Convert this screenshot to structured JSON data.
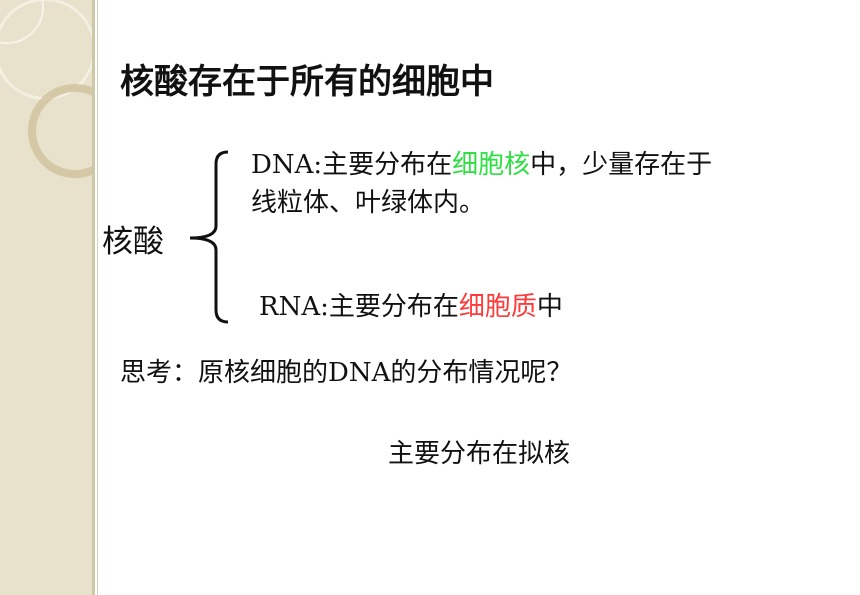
{
  "slide": {
    "title": "核酸存在于所有的细胞中",
    "nucleic_label": "核酸",
    "dna": {
      "prefix": "DNA:",
      "text_before": "主要分布在",
      "highlight": "细胞核",
      "text_after_line1": "中，少量存在于",
      "line2": "线粒体、叶绿体内。",
      "highlight_color": "#2ee042"
    },
    "rna": {
      "prefix": "RNA:",
      "text_before": "主要分布在",
      "highlight": "细胞质",
      "text_after": "中",
      "highlight_color": "#ff3a3a"
    },
    "question": {
      "label": "思考：",
      "before": "原核细胞的",
      "abbr": "DNA",
      "after": "的分布情况呢？"
    },
    "answer": "主要分布在拟核"
  }
}
